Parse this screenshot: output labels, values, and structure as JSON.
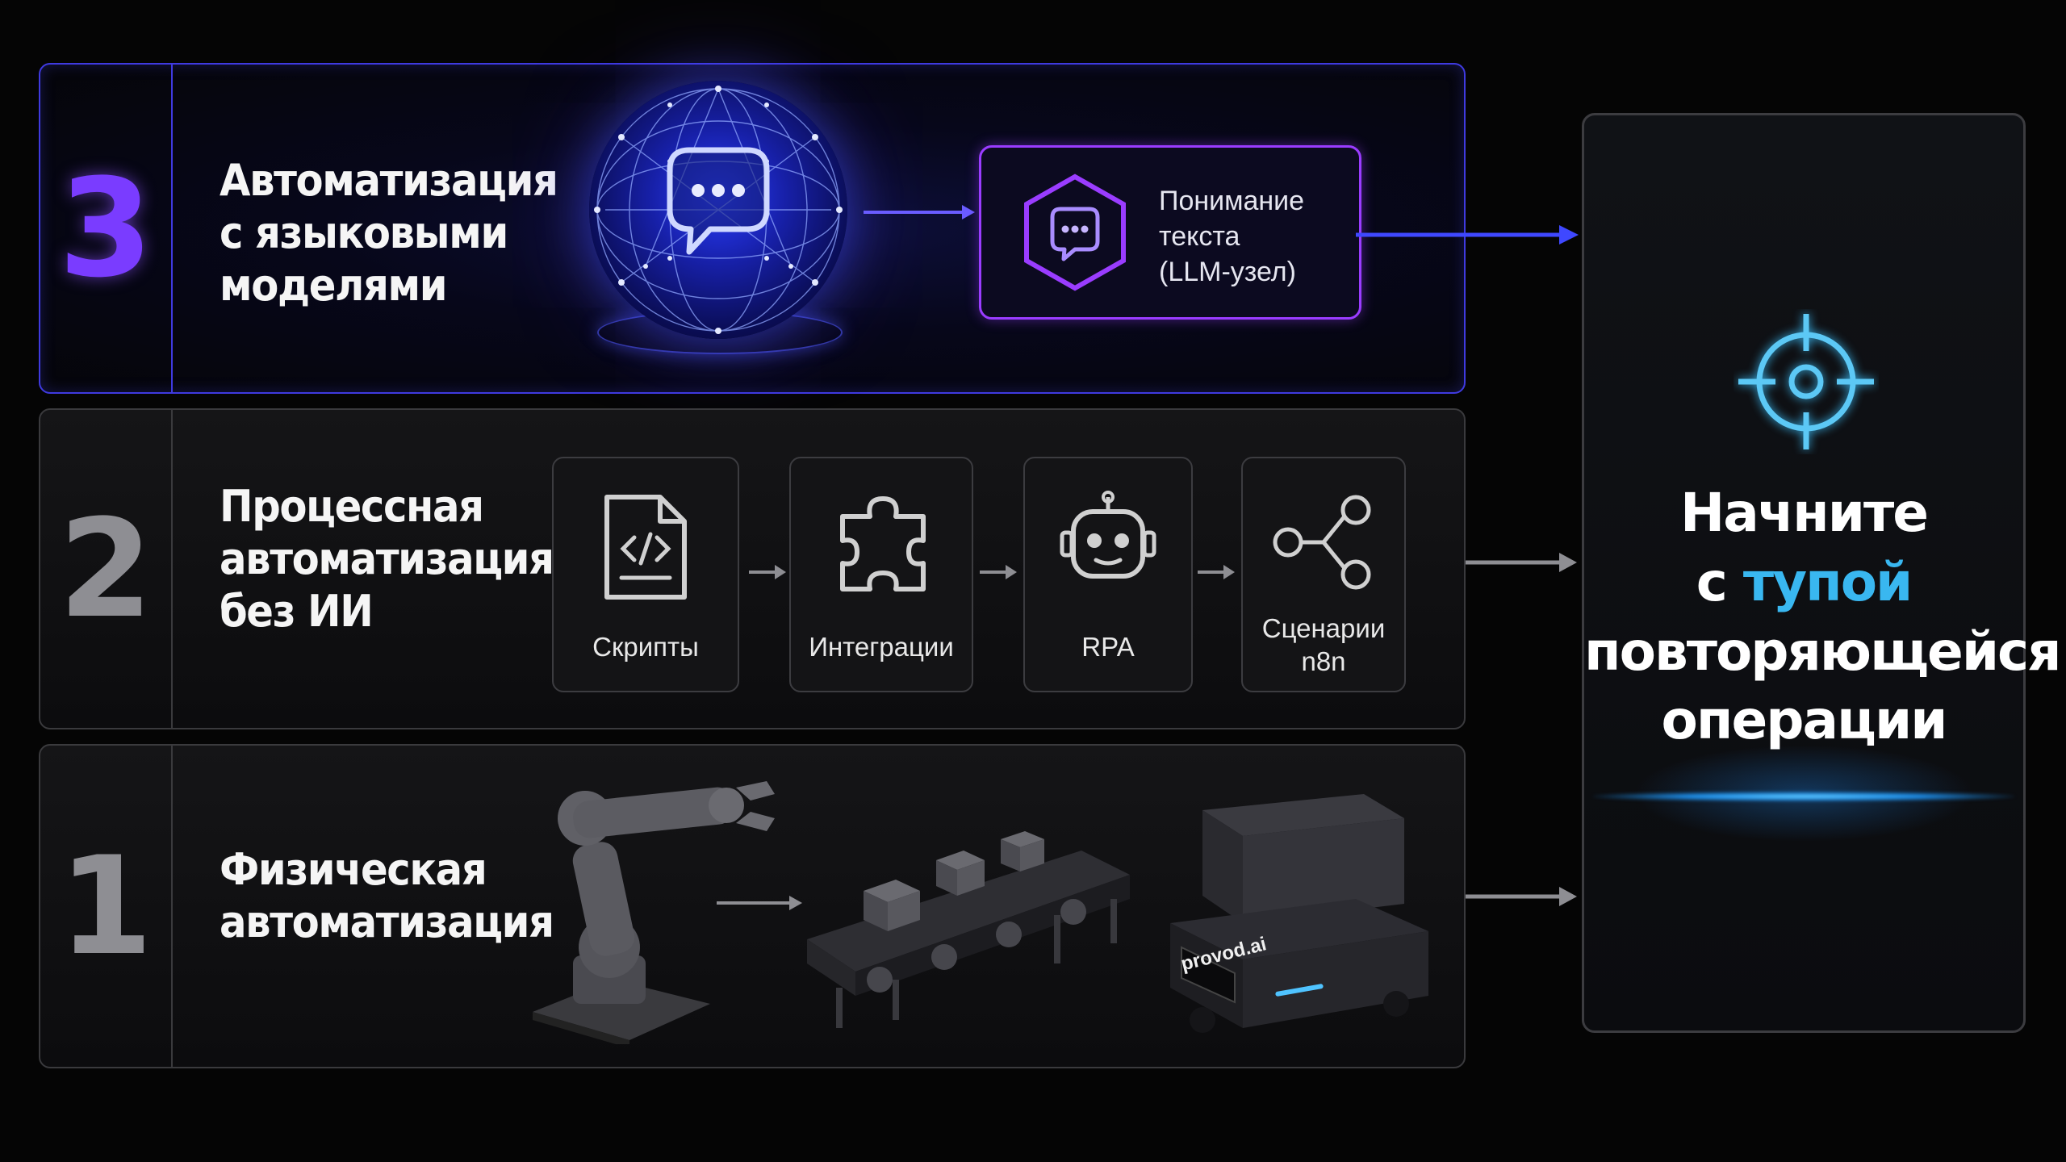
{
  "levels": [
    {
      "number": "3",
      "title": [
        "Автоматизация",
        "с языковыми",
        "моделями"
      ]
    },
    {
      "number": "2",
      "title": [
        "Процессная",
        "автоматизация",
        "без ИИ"
      ]
    },
    {
      "number": "1",
      "title": [
        "Физическая",
        "автоматизация"
      ]
    }
  ],
  "llm_node": {
    "lines": [
      "Понимание",
      "текста",
      "(LLM-узел)"
    ]
  },
  "tools": [
    {
      "label": "Скрипты"
    },
    {
      "label": "Интеграции"
    },
    {
      "label": "RPA"
    },
    {
      "label": "Сценарии n8n"
    }
  ],
  "amr_brand": "provod.ai",
  "goal": {
    "line1": "Начните",
    "line2_prefix": "с ",
    "line2_accent": "тупой",
    "line3": "повторяющейся",
    "line4": "операции"
  },
  "colors": {
    "violet": "#7a3cff",
    "blue": "#3f3ae0",
    "cyan": "#39b7f0",
    "grey": "#8e8e93"
  }
}
